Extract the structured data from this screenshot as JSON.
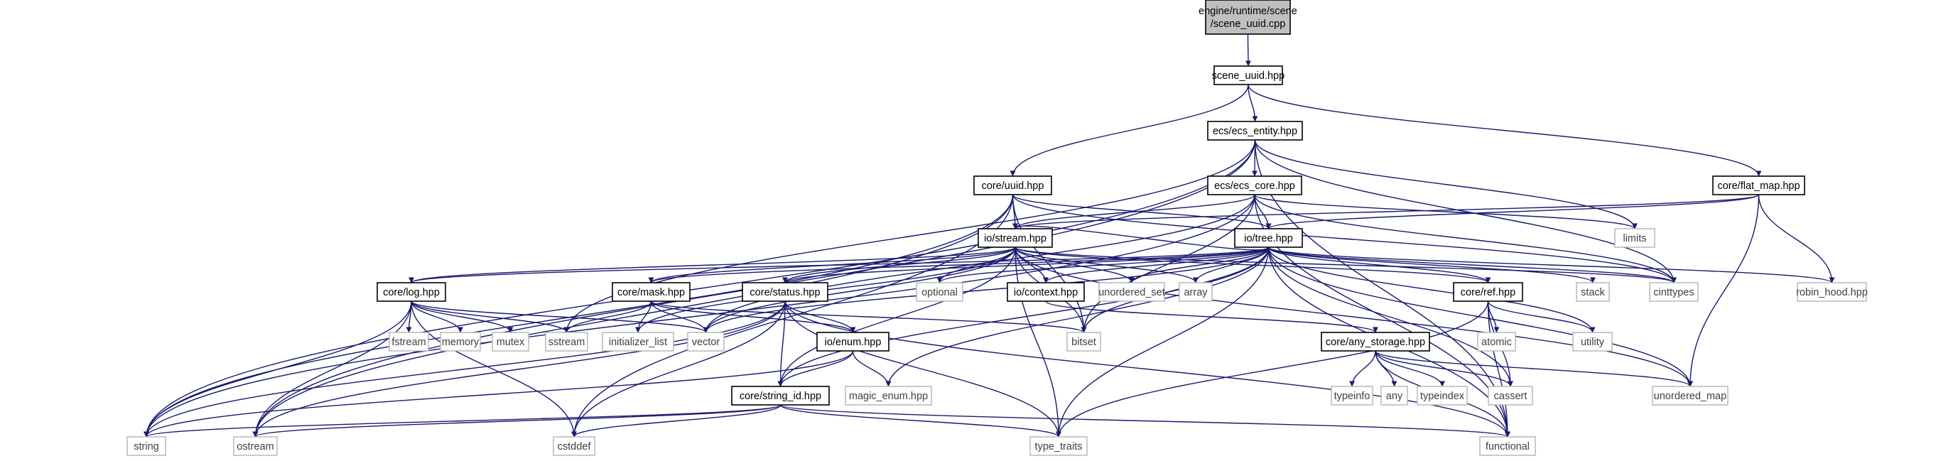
{
  "graph": {
    "colors": {
      "edge": "#191970",
      "root_fill": "#bfbfbf",
      "local_border": "#000000",
      "system_border": "#b4b4b4",
      "system_text": "#404040"
    },
    "nodes": [
      {
        "id": "root",
        "label": [
          "engine/runtime/scene",
          "/scene_uuid.cpp"
        ],
        "kind": "root"
      },
      {
        "id": "scene_uuid",
        "label": [
          "scene_uuid.hpp"
        ],
        "kind": "local"
      },
      {
        "id": "ecs_entity",
        "label": [
          "ecs/ecs_entity.hpp"
        ],
        "kind": "local"
      },
      {
        "id": "core_uuid",
        "label": [
          "core/uuid.hpp"
        ],
        "kind": "local"
      },
      {
        "id": "ecs_core",
        "label": [
          "ecs/ecs_core.hpp"
        ],
        "kind": "local"
      },
      {
        "id": "flat_map",
        "label": [
          "core/flat_map.hpp"
        ],
        "kind": "local"
      },
      {
        "id": "io_stream",
        "label": [
          "io/stream.hpp"
        ],
        "kind": "local"
      },
      {
        "id": "io_tree",
        "label": [
          "io/tree.hpp"
        ],
        "kind": "local"
      },
      {
        "id": "limits",
        "label": [
          "limits"
        ],
        "kind": "system"
      },
      {
        "id": "core_log",
        "label": [
          "core/log.hpp"
        ],
        "kind": "local"
      },
      {
        "id": "core_mask",
        "label": [
          "core/mask.hpp"
        ],
        "kind": "local"
      },
      {
        "id": "core_status",
        "label": [
          "core/status.hpp"
        ],
        "kind": "local"
      },
      {
        "id": "optional",
        "label": [
          "optional"
        ],
        "kind": "system"
      },
      {
        "id": "io_context",
        "label": [
          "io/context.hpp"
        ],
        "kind": "local"
      },
      {
        "id": "unordered_set",
        "label": [
          "unordered_set"
        ],
        "kind": "system"
      },
      {
        "id": "array",
        "label": [
          "array"
        ],
        "kind": "system"
      },
      {
        "id": "core_ref",
        "label": [
          "core/ref.hpp"
        ],
        "kind": "local"
      },
      {
        "id": "stack",
        "label": [
          "stack"
        ],
        "kind": "system"
      },
      {
        "id": "cinttypes",
        "label": [
          "cinttypes"
        ],
        "kind": "system"
      },
      {
        "id": "robin_hood",
        "label": [
          "robin_hood.hpp"
        ],
        "kind": "system"
      },
      {
        "id": "fstream",
        "label": [
          "fstream"
        ],
        "kind": "system"
      },
      {
        "id": "memory",
        "label": [
          "memory"
        ],
        "kind": "system"
      },
      {
        "id": "mutex",
        "label": [
          "mutex"
        ],
        "kind": "system"
      },
      {
        "id": "sstream",
        "label": [
          "sstream"
        ],
        "kind": "system"
      },
      {
        "id": "initializer_list",
        "label": [
          "initializer_list"
        ],
        "kind": "system"
      },
      {
        "id": "vector",
        "label": [
          "vector"
        ],
        "kind": "system"
      },
      {
        "id": "io_enum",
        "label": [
          "io/enum.hpp"
        ],
        "kind": "local"
      },
      {
        "id": "bitset",
        "label": [
          "bitset"
        ],
        "kind": "system"
      },
      {
        "id": "atomic",
        "label": [
          "atomic"
        ],
        "kind": "system"
      },
      {
        "id": "utility",
        "label": [
          "utility"
        ],
        "kind": "system"
      },
      {
        "id": "core_any_storage",
        "label": [
          "core/any_storage.hpp"
        ],
        "kind": "local"
      },
      {
        "id": "core_string_id",
        "label": [
          "core/string_id.hpp"
        ],
        "kind": "local"
      },
      {
        "id": "magic_enum",
        "label": [
          "magic_enum.hpp"
        ],
        "kind": "system"
      },
      {
        "id": "typeinfo",
        "label": [
          "typeinfo"
        ],
        "kind": "system"
      },
      {
        "id": "any",
        "label": [
          "any"
        ],
        "kind": "system"
      },
      {
        "id": "typeindex",
        "label": [
          "typeindex"
        ],
        "kind": "system"
      },
      {
        "id": "cassert",
        "label": [
          "cassert"
        ],
        "kind": "system"
      },
      {
        "id": "unordered_map",
        "label": [
          "unordered_map"
        ],
        "kind": "system"
      },
      {
        "id": "string",
        "label": [
          "string"
        ],
        "kind": "system"
      },
      {
        "id": "ostream",
        "label": [
          "ostream"
        ],
        "kind": "system"
      },
      {
        "id": "cstddef",
        "label": [
          "cstddef"
        ],
        "kind": "system"
      },
      {
        "id": "type_traits",
        "label": [
          "type_traits"
        ],
        "kind": "system"
      },
      {
        "id": "functional",
        "label": [
          "functional"
        ],
        "kind": "system"
      }
    ],
    "edges": [
      [
        "root",
        "scene_uuid"
      ],
      [
        "scene_uuid",
        "ecs_entity"
      ],
      [
        "scene_uuid",
        "core_uuid"
      ],
      [
        "scene_uuid",
        "flat_map"
      ],
      [
        "ecs_entity",
        "ecs_core"
      ],
      [
        "ecs_entity",
        "string"
      ],
      [
        "ecs_entity",
        "ostream"
      ],
      [
        "ecs_entity",
        "sstream"
      ],
      [
        "ecs_entity",
        "limits"
      ],
      [
        "ecs_entity",
        "cinttypes"
      ],
      [
        "ecs_entity",
        "functional"
      ],
      [
        "core_uuid",
        "io_stream"
      ],
      [
        "core_uuid",
        "io_tree"
      ],
      [
        "core_uuid",
        "string"
      ],
      [
        "core_uuid",
        "ostream"
      ],
      [
        "core_uuid",
        "cstddef"
      ],
      [
        "core_uuid",
        "bitset"
      ],
      [
        "core_uuid",
        "cinttypes"
      ],
      [
        "ecs_core",
        "io_stream"
      ],
      [
        "ecs_core",
        "io_tree"
      ],
      [
        "ecs_core",
        "string"
      ],
      [
        "ecs_core",
        "vector"
      ],
      [
        "ecs_core",
        "limits"
      ],
      [
        "ecs_core",
        "cinttypes"
      ],
      [
        "ecs_core",
        "functional"
      ],
      [
        "ecs_core",
        "bitset"
      ],
      [
        "flat_map",
        "io_tree"
      ],
      [
        "flat_map",
        "io_stream"
      ],
      [
        "flat_map",
        "robin_hood"
      ],
      [
        "flat_map",
        "unordered_map"
      ],
      [
        "io_stream",
        "core_log"
      ],
      [
        "io_stream",
        "core_mask"
      ],
      [
        "io_stream",
        "core_status"
      ],
      [
        "io_stream",
        "optional"
      ],
      [
        "io_stream",
        "io_context"
      ],
      [
        "io_stream",
        "unordered_set"
      ],
      [
        "io_stream",
        "array"
      ],
      [
        "io_stream",
        "core_ref"
      ],
      [
        "io_stream",
        "core_string_id"
      ],
      [
        "io_stream",
        "initializer_list"
      ],
      [
        "io_stream",
        "vector"
      ],
      [
        "io_stream",
        "bitset"
      ],
      [
        "io_stream",
        "type_traits"
      ],
      [
        "io_stream",
        "cinttypes"
      ],
      [
        "io_stream",
        "unordered_map"
      ],
      [
        "io_tree",
        "io_stream"
      ],
      [
        "io_tree",
        "core_log"
      ],
      [
        "io_tree",
        "core_mask"
      ],
      [
        "io_tree",
        "core_status"
      ],
      [
        "io_tree",
        "optional"
      ],
      [
        "io_tree",
        "io_context"
      ],
      [
        "io_tree",
        "unordered_set"
      ],
      [
        "io_tree",
        "array"
      ],
      [
        "io_tree",
        "core_ref"
      ],
      [
        "io_tree",
        "stack"
      ],
      [
        "io_tree",
        "cinttypes"
      ],
      [
        "io_tree",
        "robin_hood"
      ],
      [
        "io_tree",
        "vector"
      ],
      [
        "io_tree",
        "bitset"
      ],
      [
        "io_tree",
        "utility"
      ],
      [
        "io_tree",
        "cassert"
      ],
      [
        "io_tree",
        "unordered_map"
      ],
      [
        "io_tree",
        "core_string_id"
      ],
      [
        "io_tree",
        "magic_enum"
      ],
      [
        "io_tree",
        "type_traits"
      ],
      [
        "io_tree",
        "functional"
      ],
      [
        "core_log",
        "fstream"
      ],
      [
        "core_log",
        "memory"
      ],
      [
        "core_log",
        "mutex"
      ],
      [
        "core_log",
        "sstream"
      ],
      [
        "core_log",
        "vector"
      ],
      [
        "core_log",
        "string"
      ],
      [
        "core_log",
        "cstddef"
      ],
      [
        "core_log",
        "ostream"
      ],
      [
        "core_mask",
        "sstream"
      ],
      [
        "core_mask",
        "initializer_list"
      ],
      [
        "core_mask",
        "vector"
      ],
      [
        "core_mask",
        "io_enum"
      ],
      [
        "core_mask",
        "bitset"
      ],
      [
        "core_status",
        "io_enum"
      ],
      [
        "core_status",
        "core_string_id"
      ],
      [
        "core_status",
        "string"
      ],
      [
        "core_status",
        "ostream"
      ],
      [
        "core_status",
        "cstddef"
      ],
      [
        "core_status",
        "type_traits"
      ],
      [
        "core_status",
        "functional"
      ],
      [
        "io_context",
        "core_any_storage"
      ],
      [
        "core_ref",
        "atomic"
      ],
      [
        "core_ref",
        "utility"
      ],
      [
        "core_ref",
        "cassert"
      ],
      [
        "core_ref",
        "functional"
      ],
      [
        "core_ref",
        "type_traits"
      ],
      [
        "io_enum",
        "core_string_id"
      ],
      [
        "io_enum",
        "magic_enum"
      ],
      [
        "io_enum",
        "string"
      ],
      [
        "core_any_storage",
        "typeinfo"
      ],
      [
        "core_any_storage",
        "any"
      ],
      [
        "core_any_storage",
        "typeindex"
      ],
      [
        "core_any_storage",
        "cassert"
      ],
      [
        "core_any_storage",
        "unordered_map"
      ],
      [
        "core_any_storage",
        "functional"
      ],
      [
        "core_string_id",
        "string"
      ],
      [
        "core_string_id",
        "ostream"
      ],
      [
        "core_string_id",
        "cstddef"
      ],
      [
        "core_string_id",
        "type_traits"
      ],
      [
        "core_string_id",
        "functional"
      ]
    ]
  }
}
